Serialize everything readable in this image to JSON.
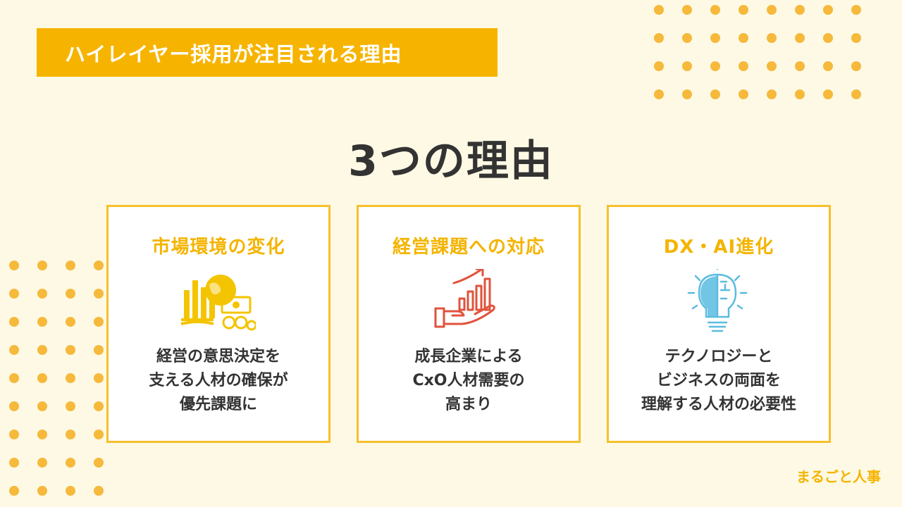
{
  "banner": {
    "title": "ハイレイヤー採用が注目される理由"
  },
  "headline": "3つの理由",
  "cards": [
    {
      "title": "市場環境の変化",
      "icon": "globe-money-chart-icon",
      "lines": [
        "経営の意思決定を",
        "支える人材の確保が",
        "優先課題に"
      ]
    },
    {
      "title": "経営課題への対応",
      "icon": "hand-growth-chart-icon",
      "lines": [
        "成長企業による",
        "CxO人材需要の",
        "高まり"
      ]
    },
    {
      "title": "DX・AI進化",
      "icon": "brain-lightbulb-icon",
      "lines": [
        "テクノロジーと",
        "ビジネスの両面を",
        "理解する人材の必要性"
      ]
    }
  ],
  "brand": "まるごと人事",
  "colors": {
    "accent": "#f6b400",
    "background": "#fdf9e4",
    "dots": "#f6b93b",
    "text": "#333333",
    "icon_red": "#e0533d",
    "icon_blue": "#5bbbe0"
  }
}
